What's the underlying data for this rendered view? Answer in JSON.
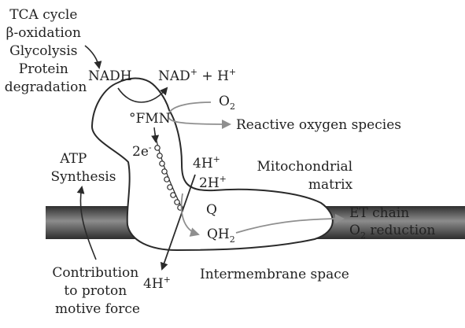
{
  "labels": {
    "source_lines": [
      "TCA cycle",
      "β-oxidation",
      "Glycolysis",
      "Protein",
      "degradation"
    ],
    "nadh": "NADH",
    "nad_plus_h": {
      "nad": "NAD",
      "nad_sup": "+",
      "plus_h": " + H",
      "h_sup": "+"
    },
    "o2": {
      "base": "O",
      "sub": "2"
    },
    "fmn": "°FMN",
    "ros": "Reactive oxygen species",
    "two_e": {
      "base": "2e",
      "sup": "-"
    },
    "four_h_in": {
      "base": "4H",
      "sup": "+"
    },
    "two_h": {
      "base": "2H",
      "sup": "+"
    },
    "q": "Q",
    "qh2": {
      "base": "QH",
      "sub": "2"
    },
    "matrix": [
      "Mitochondrial",
      "matrix"
    ],
    "atp": [
      "ATP",
      "Synthesis"
    ],
    "et_chain": "ET chain",
    "o2_reduction": {
      "base": "O",
      "sub": "2",
      "rest": " reduction"
    },
    "contribution": [
      "Contribution",
      "to proton",
      "motive force"
    ],
    "four_h_out": {
      "base": "4H",
      "sup": "+"
    },
    "intermembrane": "Intermembrane space"
  },
  "colors": {
    "membrane_dark": "#3a3a3a",
    "membrane_light": "#9a9a9a",
    "complex_fill": "#ffffff",
    "outline": "#2a2a2a",
    "gray_arrow": "#8f8f8f",
    "text": "#222222"
  }
}
